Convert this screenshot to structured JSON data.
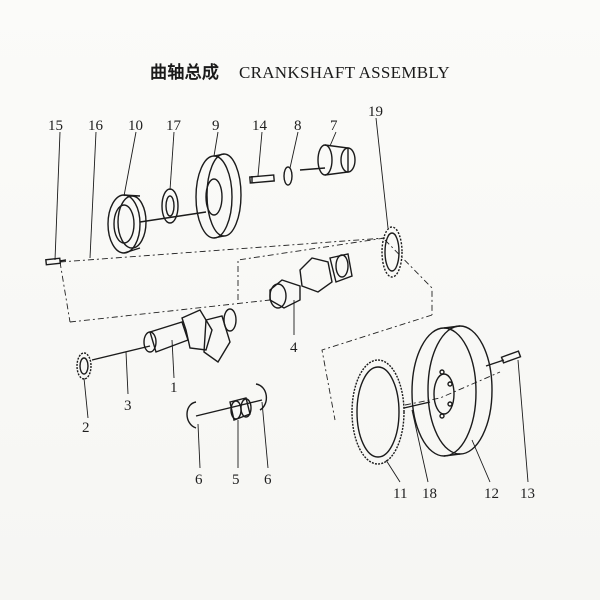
{
  "title": {
    "cn": "曲轴总成",
    "en": "CRANKSHAFT ASSEMBLY"
  },
  "callouts": [
    {
      "id": "15",
      "label": "15"
    },
    {
      "id": "16",
      "label": "16"
    },
    {
      "id": "10",
      "label": "10"
    },
    {
      "id": "17",
      "label": "17"
    },
    {
      "id": "9",
      "label": "9"
    },
    {
      "id": "14",
      "label": "14"
    },
    {
      "id": "8",
      "label": "8"
    },
    {
      "id": "7",
      "label": "7"
    },
    {
      "id": "19",
      "label": "19"
    },
    {
      "id": "4",
      "label": "4"
    },
    {
      "id": "1",
      "label": "1"
    },
    {
      "id": "2",
      "label": "2"
    },
    {
      "id": "3",
      "label": "3"
    },
    {
      "id": "6a",
      "label": "6"
    },
    {
      "id": "5",
      "label": "5"
    },
    {
      "id": "6b",
      "label": "6"
    },
    {
      "id": "11",
      "label": "11"
    },
    {
      "id": "18",
      "label": "18"
    },
    {
      "id": "12",
      "label": "12"
    },
    {
      "id": "13",
      "label": "13"
    }
  ]
}
